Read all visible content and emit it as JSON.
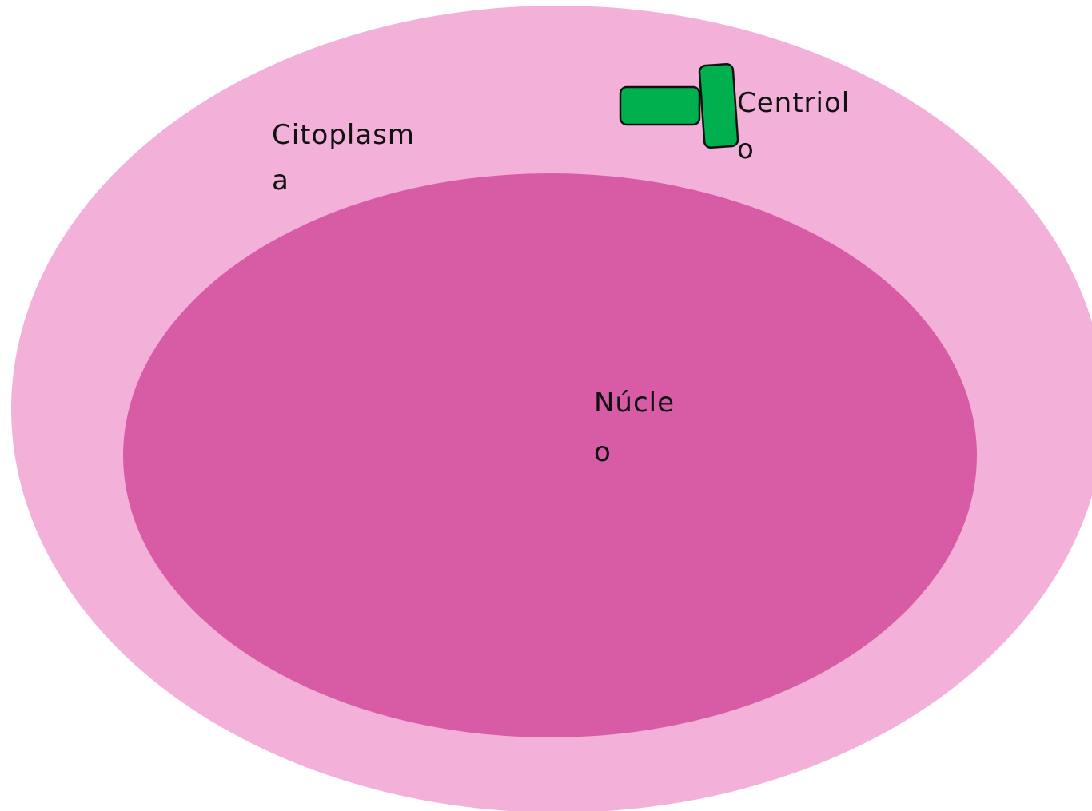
{
  "colors": {
    "background": "#ffffff",
    "cytoplasm": "#f3b0d8",
    "nucleus": "#d85ba5",
    "centriole_fill": "#00b04f",
    "centriole_stroke": "#111111",
    "text": "#111111"
  },
  "labels": {
    "cytoplasm_line1": "Citoplasm",
    "cytoplasm_line2": "a",
    "nucleus_line1": "Núcle",
    "nucleus_line2": "o",
    "centriole_line1": "Centriol",
    "centriole_line2": "o"
  }
}
